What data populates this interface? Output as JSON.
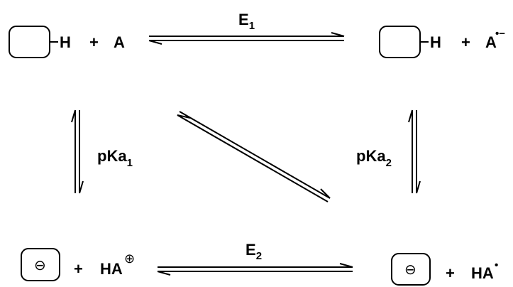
{
  "scheme": {
    "top_left": {
      "bond": "H",
      "plus": "+",
      "reactant": "A"
    },
    "top_right": {
      "bond": "H",
      "plus": "+",
      "reactant": "A",
      "reactant_charge": "•−"
    },
    "bottom_left": {
      "box_charge": "⊖",
      "plus": "+",
      "reactant": "HA",
      "reactant_charge": "⊕"
    },
    "bottom_right": {
      "box_charge": "⊖",
      "plus": "+",
      "reactant": "HA",
      "reactant_charge": "•"
    },
    "labels": {
      "e1": {
        "main": "E",
        "sub": "1"
      },
      "e2": {
        "main": "E",
        "sub": "2"
      },
      "pka1": {
        "main": "pKa",
        "sub": "1"
      },
      "pka2": {
        "main": "pKa",
        "sub": "2"
      }
    }
  }
}
